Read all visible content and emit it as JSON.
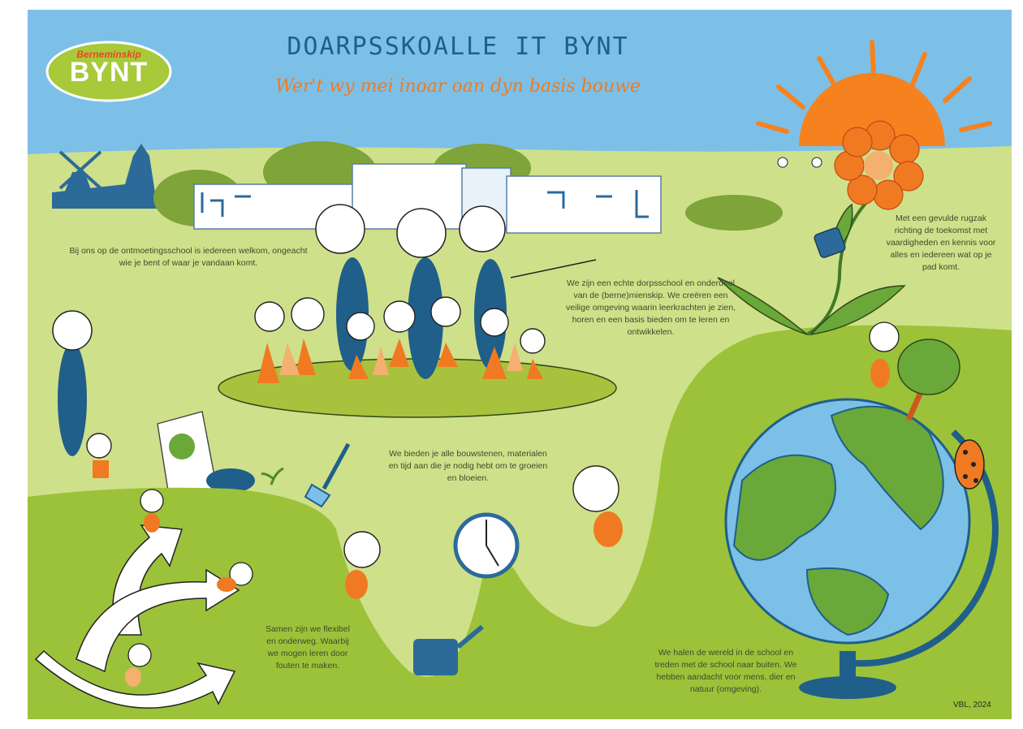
{
  "header": {
    "logo_top": "Berneminskip",
    "logo_main": "BYNT",
    "title": "DOARPSSKOALLE IT BYNT",
    "subtitle": "Wer't wy mei inoar oan dyn basis bouwe"
  },
  "texts": {
    "welcome": "Bij ons op de ontmoetingsschool is iedereen welkom, ongeacht wie je bent of waar je vandaan komt.",
    "village": "We zijn een echte dorpsschool en onderdeel van de (berne)mienskip. We creëren een veilige omgeving waarin leerkrachten je zien, horen en een basis bieden om te leren en ontwikkelen.",
    "future": "Met een gevulde rugzak richting de toekomst met vaardigheden en kennis voor alles en iedereen wat op je pad komt.",
    "building_blocks": "We bieden je alle bouwstenen, materialen en tijd aan die je nodig hebt om te groeien en bloeien.",
    "flexible": "Samen zijn we flexibel en onderweg. Waarbij we mogen leren door fouten te maken.",
    "world": "We halen de wereld in de school en treden met de school naar buiten. We hebben aandacht voor mens, dier en natuur (omgeving).",
    "credit": "VBL, 2024"
  },
  "colors": {
    "sky": "#7cc0e8",
    "grass_light": "#cfe08a",
    "grass_dark": "#9cc23a",
    "navy": "#1f5f8a",
    "orange": "#f07a22",
    "sun": "#f5821f",
    "logo_bg": "#a7c93a"
  },
  "icons": [
    "sun-icon",
    "flower-icon",
    "windmill-icon",
    "church-icon",
    "globe-icon",
    "ladybug-icon",
    "clock-icon",
    "watering-can-icon",
    "shovel-icon",
    "seed-bag-icon",
    "arrows-icon",
    "backpack-icon"
  ]
}
